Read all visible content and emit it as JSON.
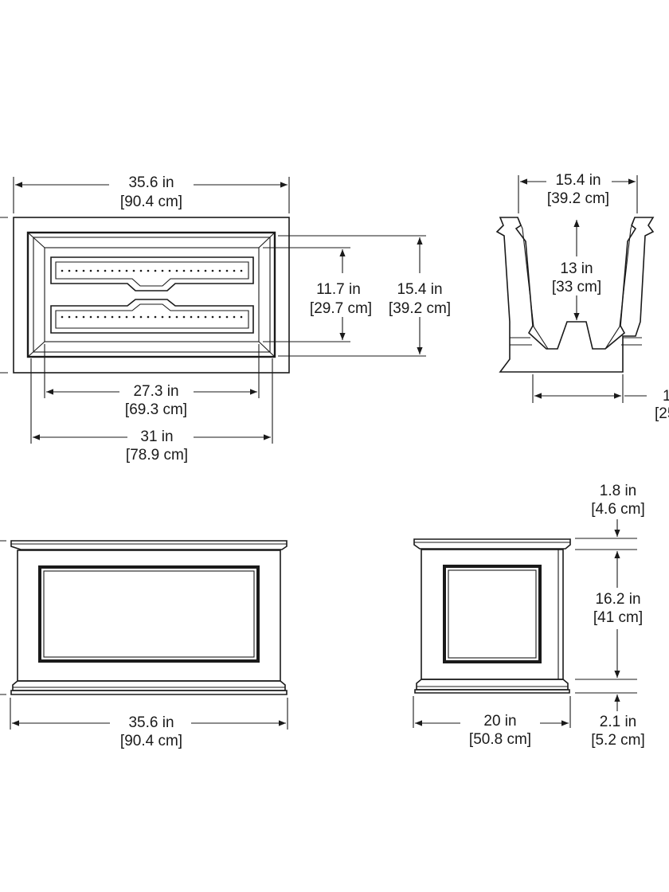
{
  "dimensions": {
    "top_overall_width": {
      "in": "35.6 in",
      "cm": "[90.4 cm]"
    },
    "top_inner_depth": {
      "in": "11.7 in",
      "cm": "[29.7 cm]"
    },
    "top_overall_depth": {
      "in": "15.4 in",
      "cm": "[39.2 cm]"
    },
    "top_inner_width": {
      "in": "27.3 in",
      "cm": "[69.3 cm]"
    },
    "top_rim_width": {
      "in": "31 in",
      "cm": "[78.9 cm]"
    },
    "section_top_width": {
      "in": "15.4 in",
      "cm": "[39.2 cm]"
    },
    "section_depth": {
      "in": "13 in",
      "cm": "[33 cm]"
    },
    "section_bottom_width": {
      "in": "1",
      "cm": "[25"
    },
    "front_width": {
      "in": "35.6 in",
      "cm": "[90.4 cm]"
    },
    "side_width": {
      "in": "20 in",
      "cm": "[50.8 cm]"
    },
    "side_cap_height": {
      "in": "1.8 in",
      "cm": "[4.6 cm]"
    },
    "side_body_height": {
      "in": "16.2 in",
      "cm": "[41 cm]"
    },
    "side_base_height": {
      "in": "2.1 in",
      "cm": "[5.2 cm]"
    }
  }
}
